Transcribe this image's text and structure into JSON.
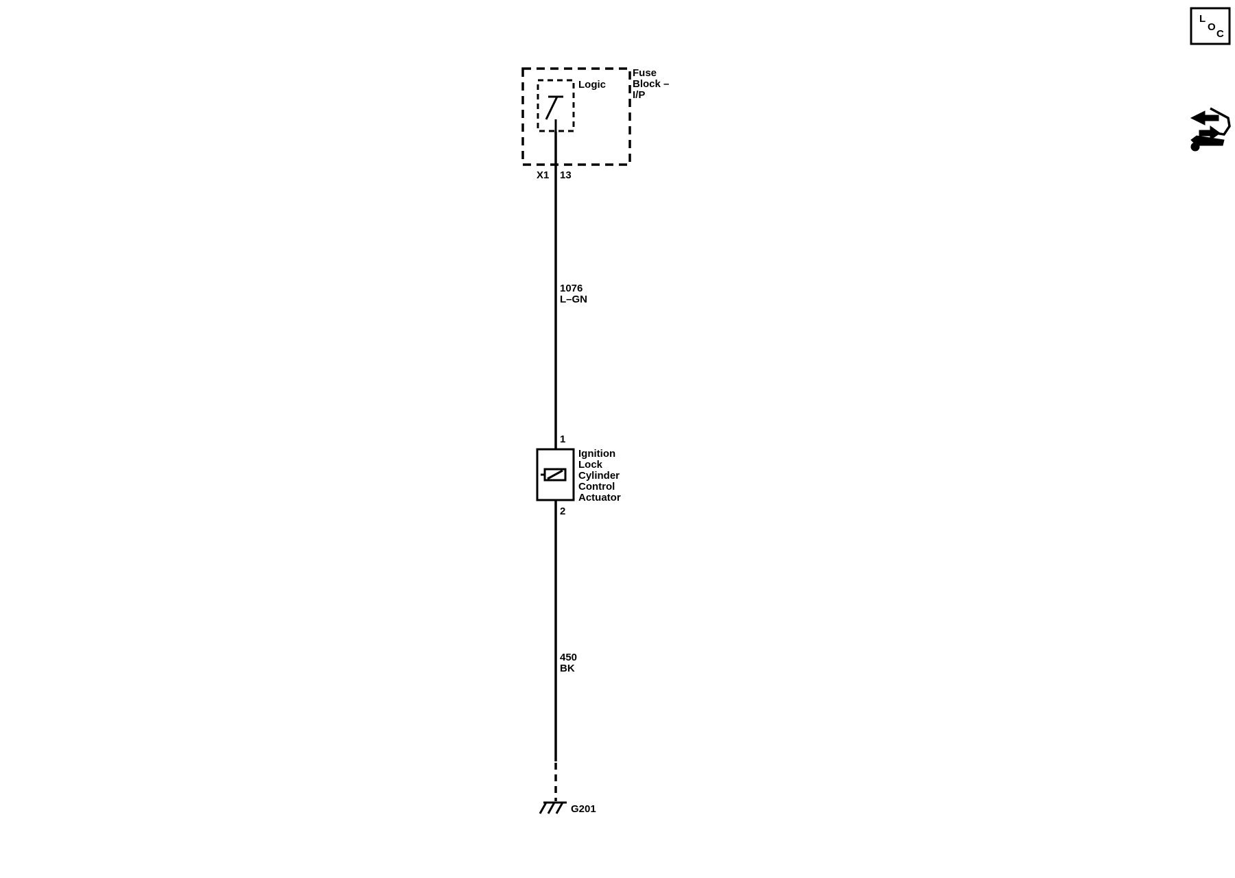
{
  "diagram": {
    "fuse_block": {
      "label_lines": [
        "Fuse",
        "Block –",
        "I/P"
      ],
      "logic_label": "Logic",
      "connector": "X1",
      "pin": "13"
    },
    "wires": [
      {
        "circuit": "1076",
        "color": "L–GN"
      },
      {
        "circuit": "450",
        "color": "BK"
      }
    ],
    "actuator": {
      "label_lines": [
        "Ignition",
        "Lock",
        "Cylinder",
        "Control",
        "Actuator"
      ],
      "pin_top": "1",
      "pin_bottom": "2"
    },
    "ground": {
      "label": "G201"
    },
    "icons": {
      "loc": {
        "name": "location-view-icon",
        "letters": [
          "L",
          "O",
          "C"
        ]
      },
      "service": {
        "name": "service-tool-icon"
      }
    }
  }
}
